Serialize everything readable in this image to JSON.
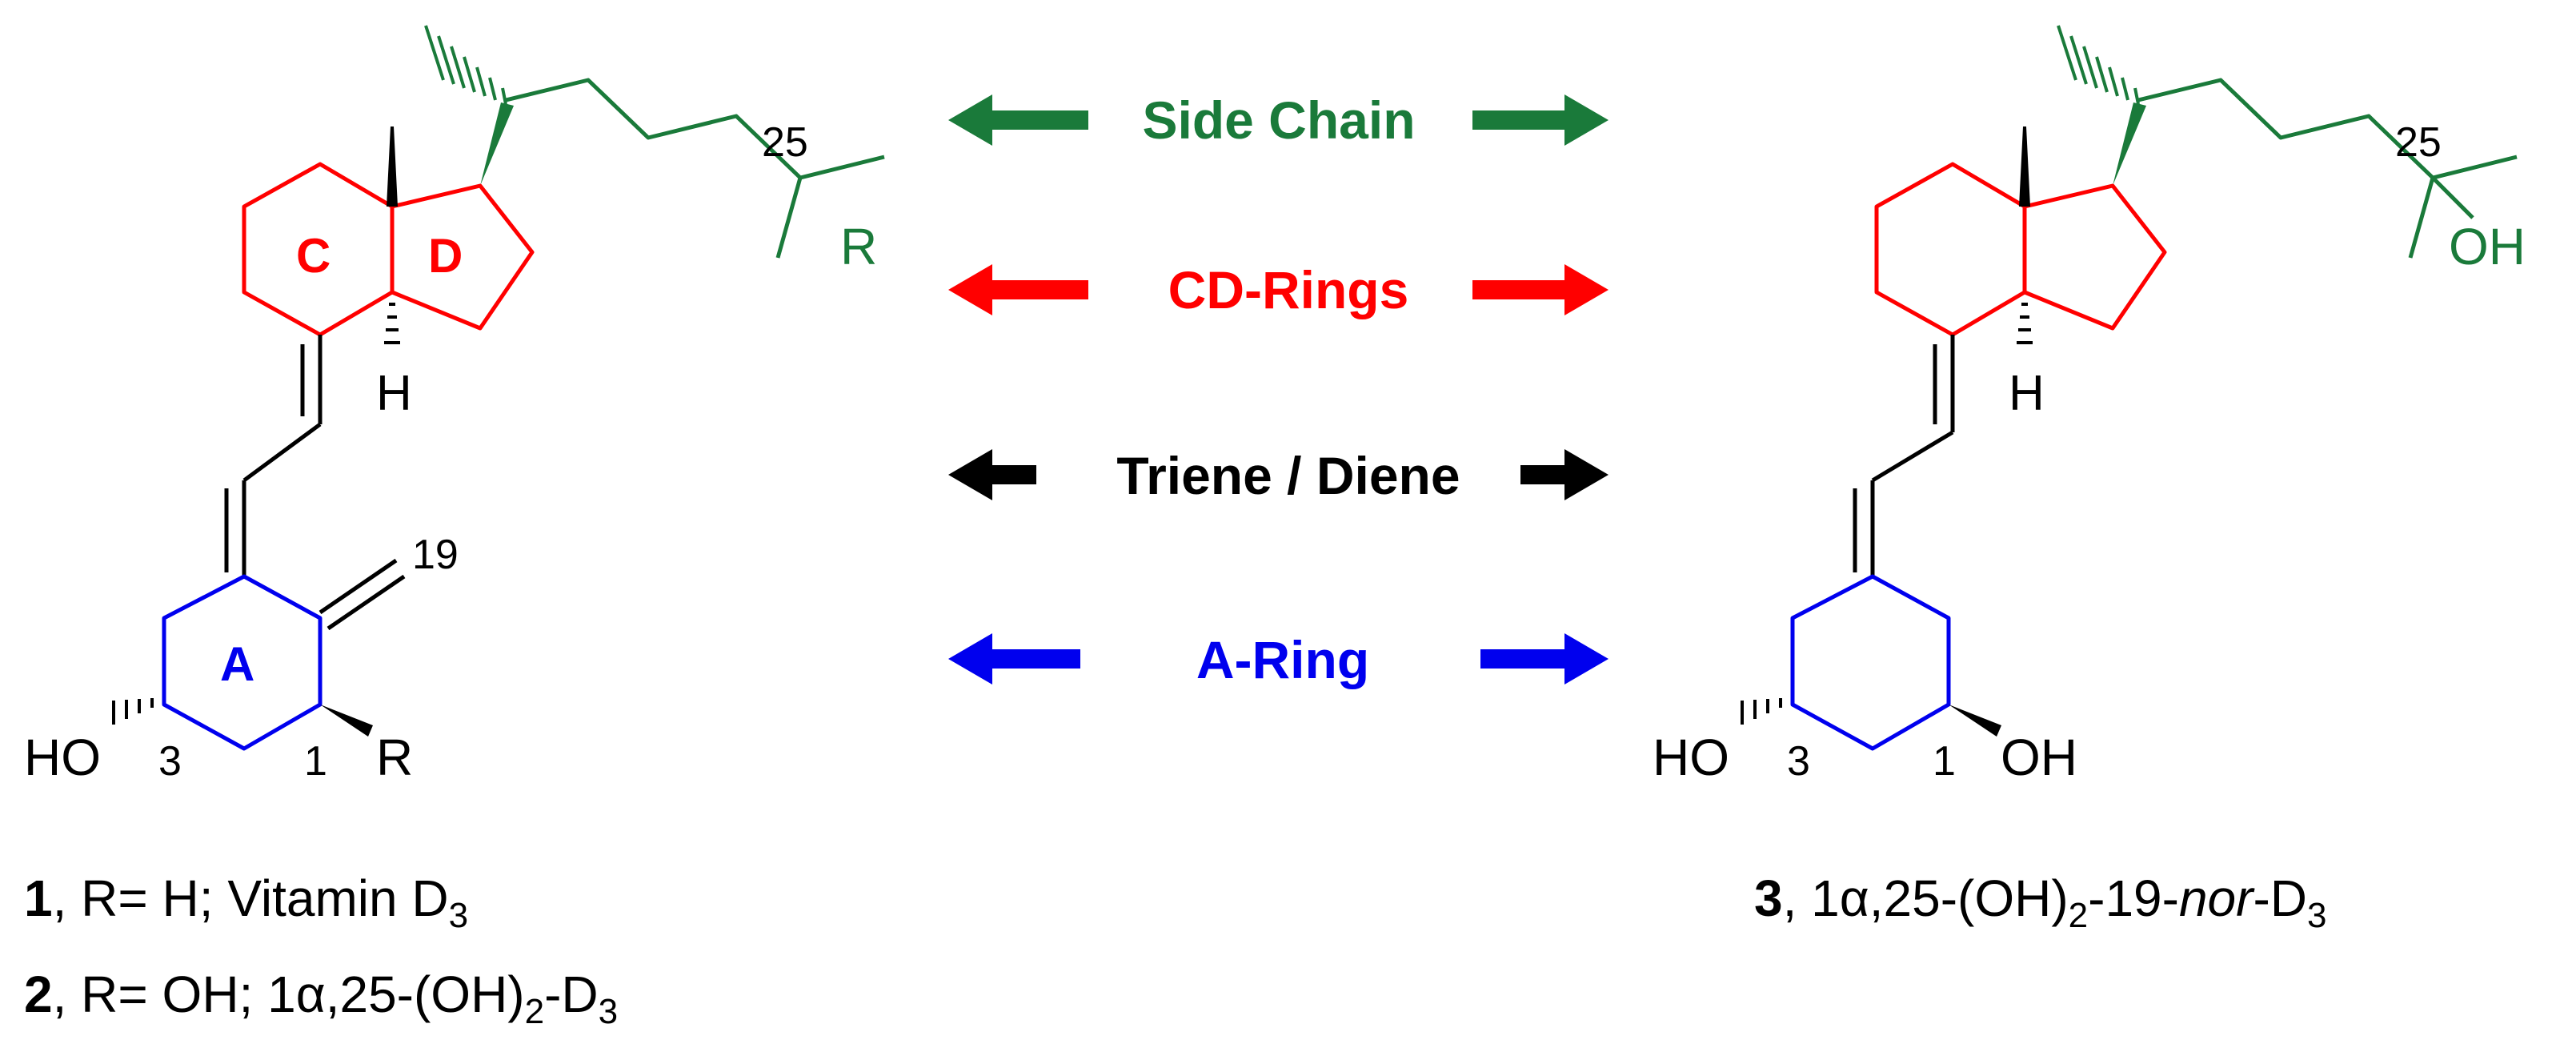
{
  "colors": {
    "side_chain": "#1a7a3a",
    "cd_rings": "#ff0000",
    "triene_diene": "#000000",
    "a_ring": "#0000ee",
    "bonds": "#000000"
  },
  "arrows": {
    "side_chain": "Side Chain",
    "cd_rings": "CD-Rings",
    "triene_diene": "Triene / Diene",
    "a_ring": "A-Ring"
  },
  "left_molecule": {
    "ring_c": "C",
    "ring_d": "D",
    "ring_a": "A",
    "h": "H",
    "c25": "25",
    "r_side": "R",
    "c19": "19",
    "ho": "HO",
    "c3": "3",
    "c1": "1",
    "r_a": "R"
  },
  "right_molecule": {
    "h": "H",
    "c25": "25",
    "oh_side": "OH",
    "ho": "HO",
    "c3": "3",
    "c1": "1",
    "oh_a": "OH"
  },
  "captions": {
    "c1": {
      "num": "1",
      "text": ", R= H; Vitamin D",
      "sub": "3"
    },
    "c2": {
      "num": "2",
      "t1": ", R= OH; 1",
      "alpha": "α",
      "t2": ",25-(OH)",
      "sub1": "2",
      "t3": "-D",
      "sub2": "3"
    },
    "c3": {
      "num": "3",
      "t1": ", 1",
      "alpha": "α",
      "t2": ",25-(OH)",
      "sub1": "2",
      "t3": "-19-",
      "nor": "nor",
      "t4": "-D",
      "sub2": "3"
    }
  }
}
